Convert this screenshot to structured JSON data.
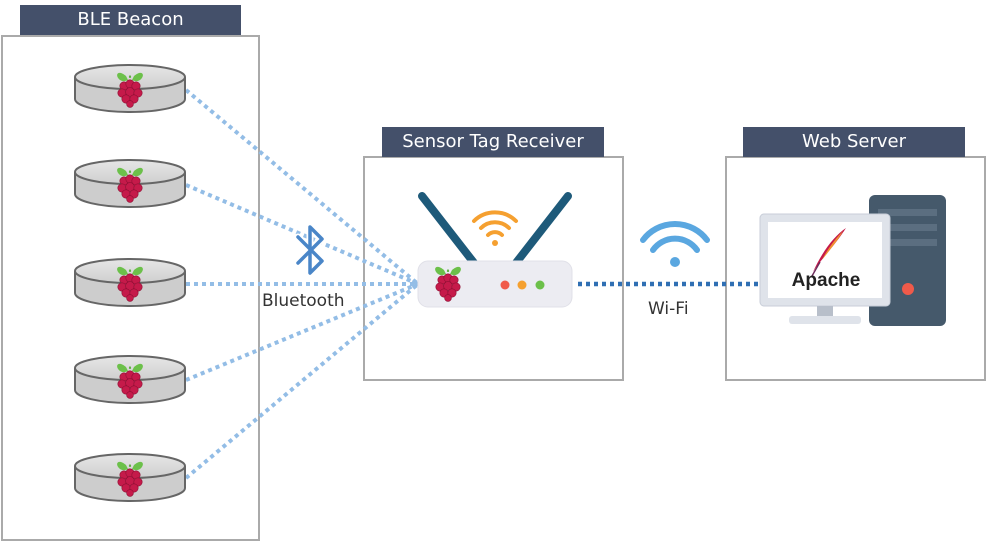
{
  "panels": {
    "beacon": {
      "title": "BLE Beacon"
    },
    "receiver": {
      "title": "Sensor Tag Receiver"
    },
    "server": {
      "title": "Web Server"
    }
  },
  "links": {
    "bluetooth_label": "Bluetooth",
    "wifi_label": "Wi-Fi"
  },
  "server_software": {
    "name": "Apache"
  },
  "colors": {
    "title_bar": "#44506a",
    "panel_border": "#aaaaaa",
    "bluetooth_line": "#93bde6",
    "wifi_line": "#2f6fb3",
    "raspberry": "#c51a4a",
    "leaf": "#6cc04a",
    "wifi_icon": "#5aa7e0",
    "antenna": "#1e5a7a",
    "tower": "#45596b",
    "router_led_red": "#f05a4a",
    "router_led_orange": "#f5a030",
    "router_led_green": "#6cc04a"
  },
  "icons": {
    "beacon": "raspberry-pi-puck-icon",
    "bluetooth": "bluetooth-icon",
    "router": "router-icon",
    "router_signal": "signal-waves-icon",
    "wifi": "wifi-icon",
    "server": "desktop-server-icon",
    "apache": "apache-feather-icon"
  },
  "beacon_count": 5
}
